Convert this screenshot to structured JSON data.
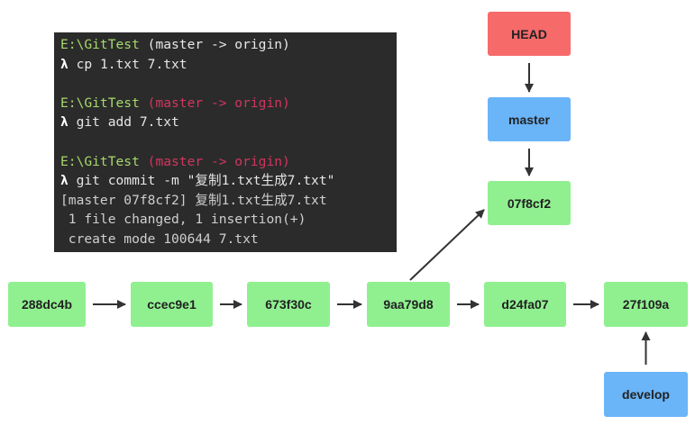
{
  "terminal": {
    "lines": [
      {
        "path": "E:\\GitTest",
        "branch": " (master -> origin)",
        "branch_style": "white"
      },
      {
        "prompt": "λ",
        "command": " cp 1.txt 7.txt"
      },
      {},
      {
        "path": "E:\\GitTest",
        "branch": " (master -> origin)",
        "branch_style": "red"
      },
      {
        "prompt": "λ",
        "command": " git add 7.txt"
      },
      {},
      {
        "path": "E:\\GitTest",
        "branch": " (master -> origin)",
        "branch_style": "red"
      },
      {
        "prompt": "λ",
        "command": " git commit -m \"复制1.txt生成7.txt\""
      },
      {
        "output": "[master 07f8cf2] 复制1.txt生成7.txt"
      },
      {
        "output": " 1 file changed, 1 insertion(+)"
      },
      {
        "output": " create mode 100644 7.txt"
      }
    ]
  },
  "diagram": {
    "commits": [
      {
        "id": "c1",
        "label": "288dc4b"
      },
      {
        "id": "c2",
        "label": "ccec9e1"
      },
      {
        "id": "c3",
        "label": "673f30c"
      },
      {
        "id": "c4",
        "label": "9aa79d8"
      },
      {
        "id": "c5",
        "label": "d24fa07"
      },
      {
        "id": "c6",
        "label": "27f109a"
      },
      {
        "id": "c7",
        "label": "07f8cf2"
      }
    ],
    "refs": [
      {
        "id": "head",
        "label": "HEAD",
        "color": "#f66a6a"
      },
      {
        "id": "master",
        "label": "master",
        "color": "#6ab4f8"
      },
      {
        "id": "develop",
        "label": "develop",
        "color": "#6ab4f8"
      }
    ],
    "edges": [
      {
        "from": "c1",
        "to": "c2"
      },
      {
        "from": "c2",
        "to": "c3"
      },
      {
        "from": "c3",
        "to": "c4"
      },
      {
        "from": "c4",
        "to": "c5"
      },
      {
        "from": "c5",
        "to": "c6"
      },
      {
        "from": "c4",
        "to": "c7"
      },
      {
        "from": "head",
        "to": "master"
      },
      {
        "from": "master",
        "to": "c7"
      },
      {
        "from": "develop",
        "to": "c6"
      }
    ],
    "colors": {
      "commit": "#90f090",
      "arrow": "#333333"
    }
  }
}
